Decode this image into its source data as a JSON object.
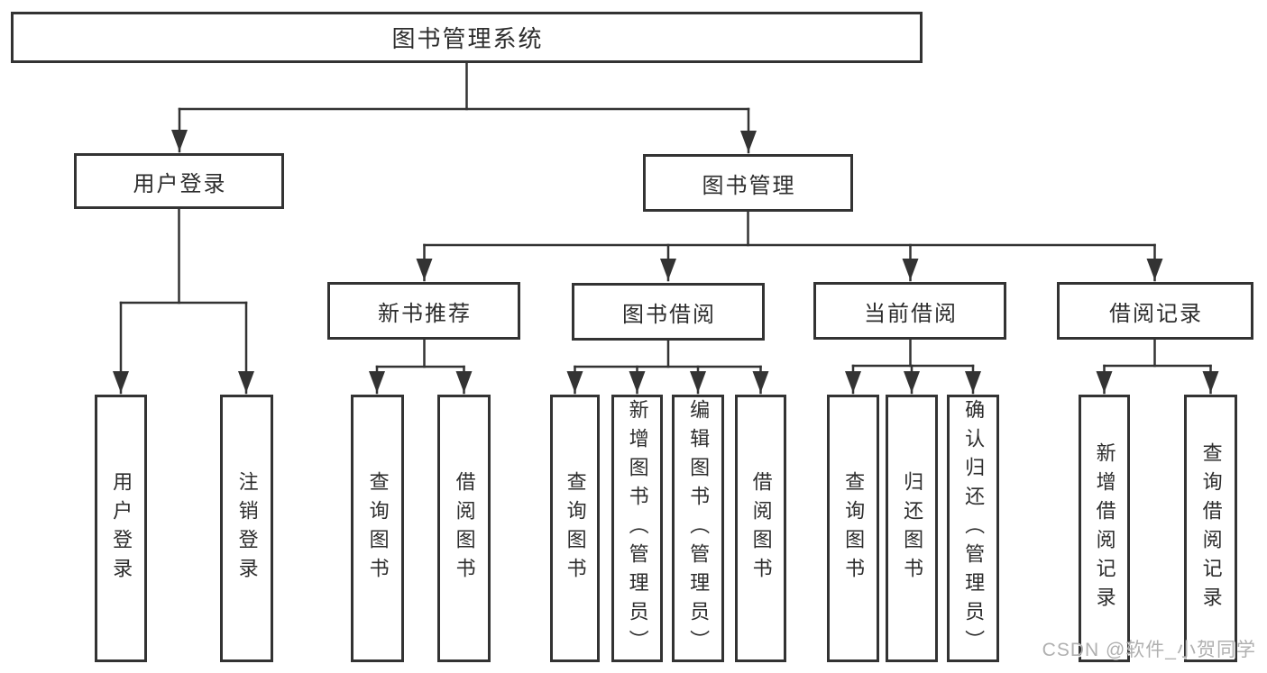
{
  "tree": {
    "root": {
      "label": "图书管理系统"
    },
    "branches": [
      {
        "label": "用户登录",
        "children": [
          {
            "label": "用户登录"
          },
          {
            "label": "注销登录"
          }
        ]
      },
      {
        "label": "图书管理",
        "children": [
          {
            "label": "新书推荐",
            "children": [
              {
                "label": "查询图书"
              },
              {
                "label": "借阅图书"
              }
            ]
          },
          {
            "label": "图书借阅",
            "children": [
              {
                "label": "查询图书"
              },
              {
                "label": "新增图书（管理员）"
              },
              {
                "label": "编辑图书（管理员）"
              },
              {
                "label": "借阅图书"
              }
            ]
          },
          {
            "label": "当前借阅",
            "children": [
              {
                "label": "查询图书"
              },
              {
                "label": "归还图书"
              },
              {
                "label": "确认归还（管理员）"
              }
            ]
          },
          {
            "label": "借阅记录",
            "children": [
              {
                "label": "新增借阅记录"
              },
              {
                "label": "查询借阅记录"
              }
            ]
          }
        ]
      }
    ]
  },
  "watermark": {
    "text": "CSDN @软件_小贺同学"
  },
  "colors": {
    "line": "#333333",
    "text": "#2d2d2d",
    "watermark": "#b0b0b0",
    "background": "#ffffff"
  }
}
